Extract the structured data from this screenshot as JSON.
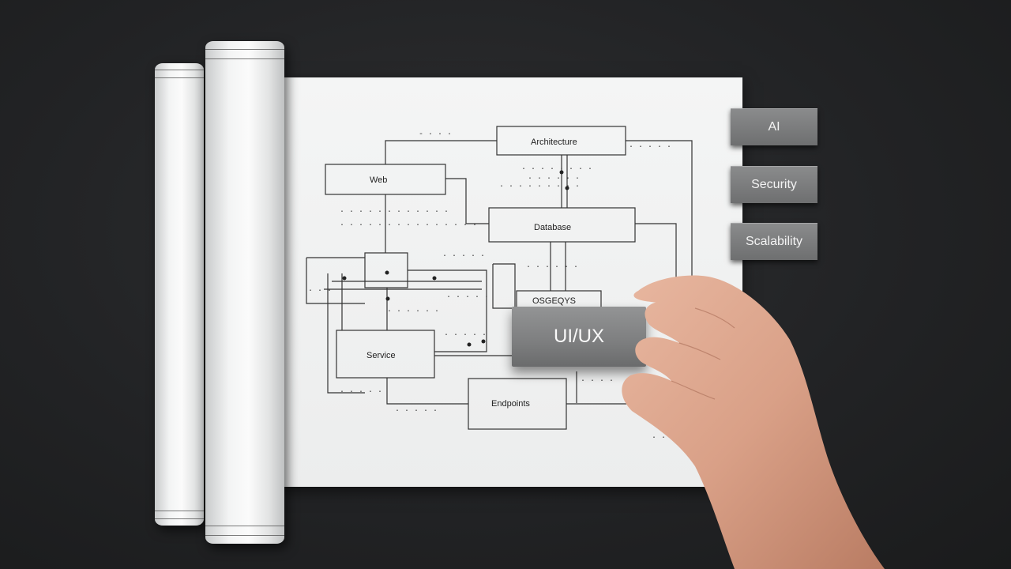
{
  "tabs": [
    {
      "label": "AI"
    },
    {
      "label": "Security"
    },
    {
      "label": "Scalability"
    }
  ],
  "held_block": {
    "label": "UI/UX"
  },
  "diagram": {
    "top_box": "Architecture",
    "left_box": "Web",
    "center_box": "Database",
    "mid_box": "OSGEQYS",
    "lower_left_box": "Service",
    "bottom_box": "Endpoints"
  },
  "colors": {
    "background": "#222325",
    "paper": "#f0f1f1",
    "tab": "#7d7e7f"
  }
}
